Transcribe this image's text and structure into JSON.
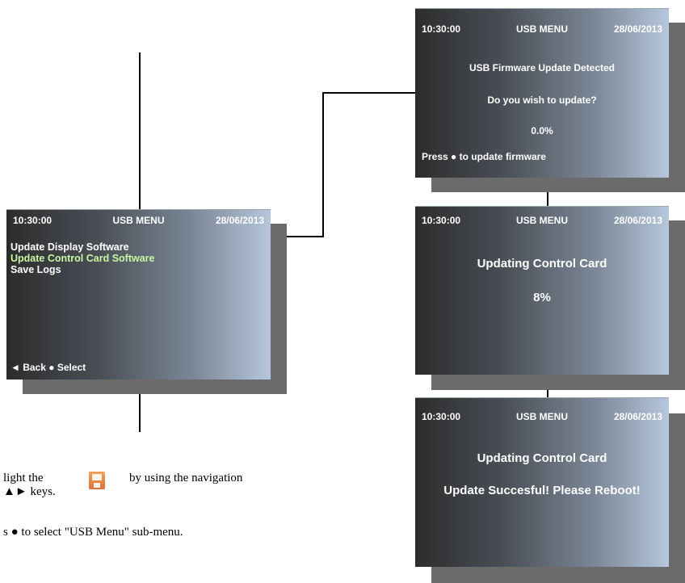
{
  "main_screen": {
    "time": "10:30:00",
    "title": "USB MENU",
    "date": "28/06/2013",
    "items": [
      "Update Display Software",
      "Update Control Card Software",
      "Save Logs"
    ],
    "footer": "◄ Back  ● Select"
  },
  "prompt_screen": {
    "time": "10:30:00",
    "title": "USB MENU",
    "date": "28/06/2013",
    "heading": "USB Firmware Update Detected",
    "question": "Do you wish to update?",
    "progress": "0.0%",
    "footer": "Press ● to update firmware"
  },
  "updating_screen": {
    "time": "10:30:00",
    "title": "USB MENU",
    "date": "28/06/2013",
    "heading": "Updating Control Card",
    "progress": "8%"
  },
  "done_screen": {
    "time": "10:30:00",
    "title": "USB MENU",
    "date": "28/06/2013",
    "heading": "Updating Control Card",
    "message": "Update Succesful! Please Reboot!"
  },
  "instructions": {
    "line1_a": "light  the",
    "line1_b": "by using the navigation",
    "line2": "▲► keys.",
    "line3": "s ● to select \"USB Menu\" sub-menu."
  }
}
